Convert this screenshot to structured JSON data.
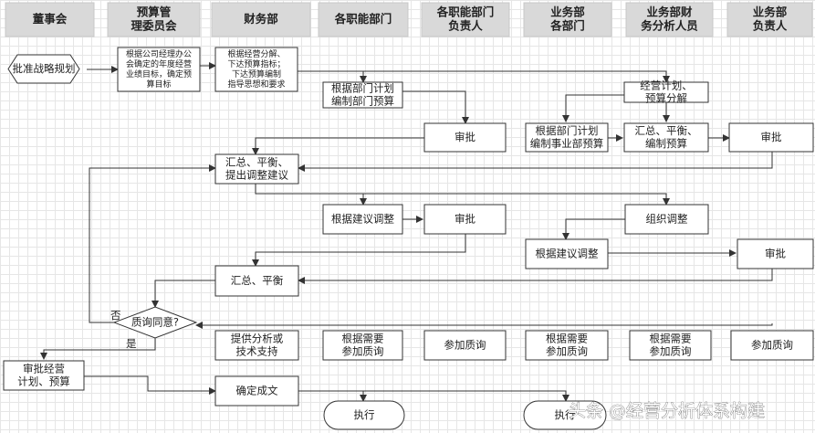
{
  "headers": [
    "董事会",
    "预算管\n理委员会",
    "财务部",
    "各职能部门",
    "各职能部门\n负责人",
    "业务部\n各部门",
    "业务部财\n务分析人员",
    "业务部\n负责人"
  ],
  "nodes": {
    "approve_strategy": "批准战略规划",
    "committee_targets": "根据公司经理办公\n会确定的年度经营\n业绩目标，确定预\n算目标",
    "finance_guidance": "根据经营分解、\n下达预算指标；\n下达预算编制\n指导思想和要求",
    "func_budget": "根据部门计划\n编制部门预算",
    "func_review1": "审批",
    "biz_plan": "经营计划、\n预算分解",
    "biz_dept_budget": "根据部门计划\n编制事业部预算",
    "biz_summary": "汇总、平衡、\n编制预算",
    "biz_review1": "审批",
    "fin_summary": "汇总、平衡、\n提出调整建议",
    "func_adjust": "根据建议调整",
    "func_review2": "审批",
    "biz_organize": "组织调整",
    "biz_adjust": "根据建议调整",
    "biz_review2": "审批",
    "fin_summary2": "汇总、平衡",
    "decision": "质询同意?",
    "decision_no": "否",
    "decision_yes": "是",
    "fin_support": "提供分析或\n技术支持",
    "func_join": "根据需要\n参加质询",
    "func_head_join": "参加质询",
    "biz_join": "根据需要\n参加质询",
    "biz_analyst_join": "根据需要\n参加质询",
    "biz_head_join": "参加质询",
    "board_approve": "审批经营\n计划、预算",
    "finalize": "确定成文",
    "execute1": "执行",
    "execute2": "执行",
    "watermark": "头条 @经营分析体系构建"
  },
  "colors": {
    "header_bg": "#d9d9d9",
    "stroke": "#333333",
    "grid": "#e6e6e6"
  }
}
